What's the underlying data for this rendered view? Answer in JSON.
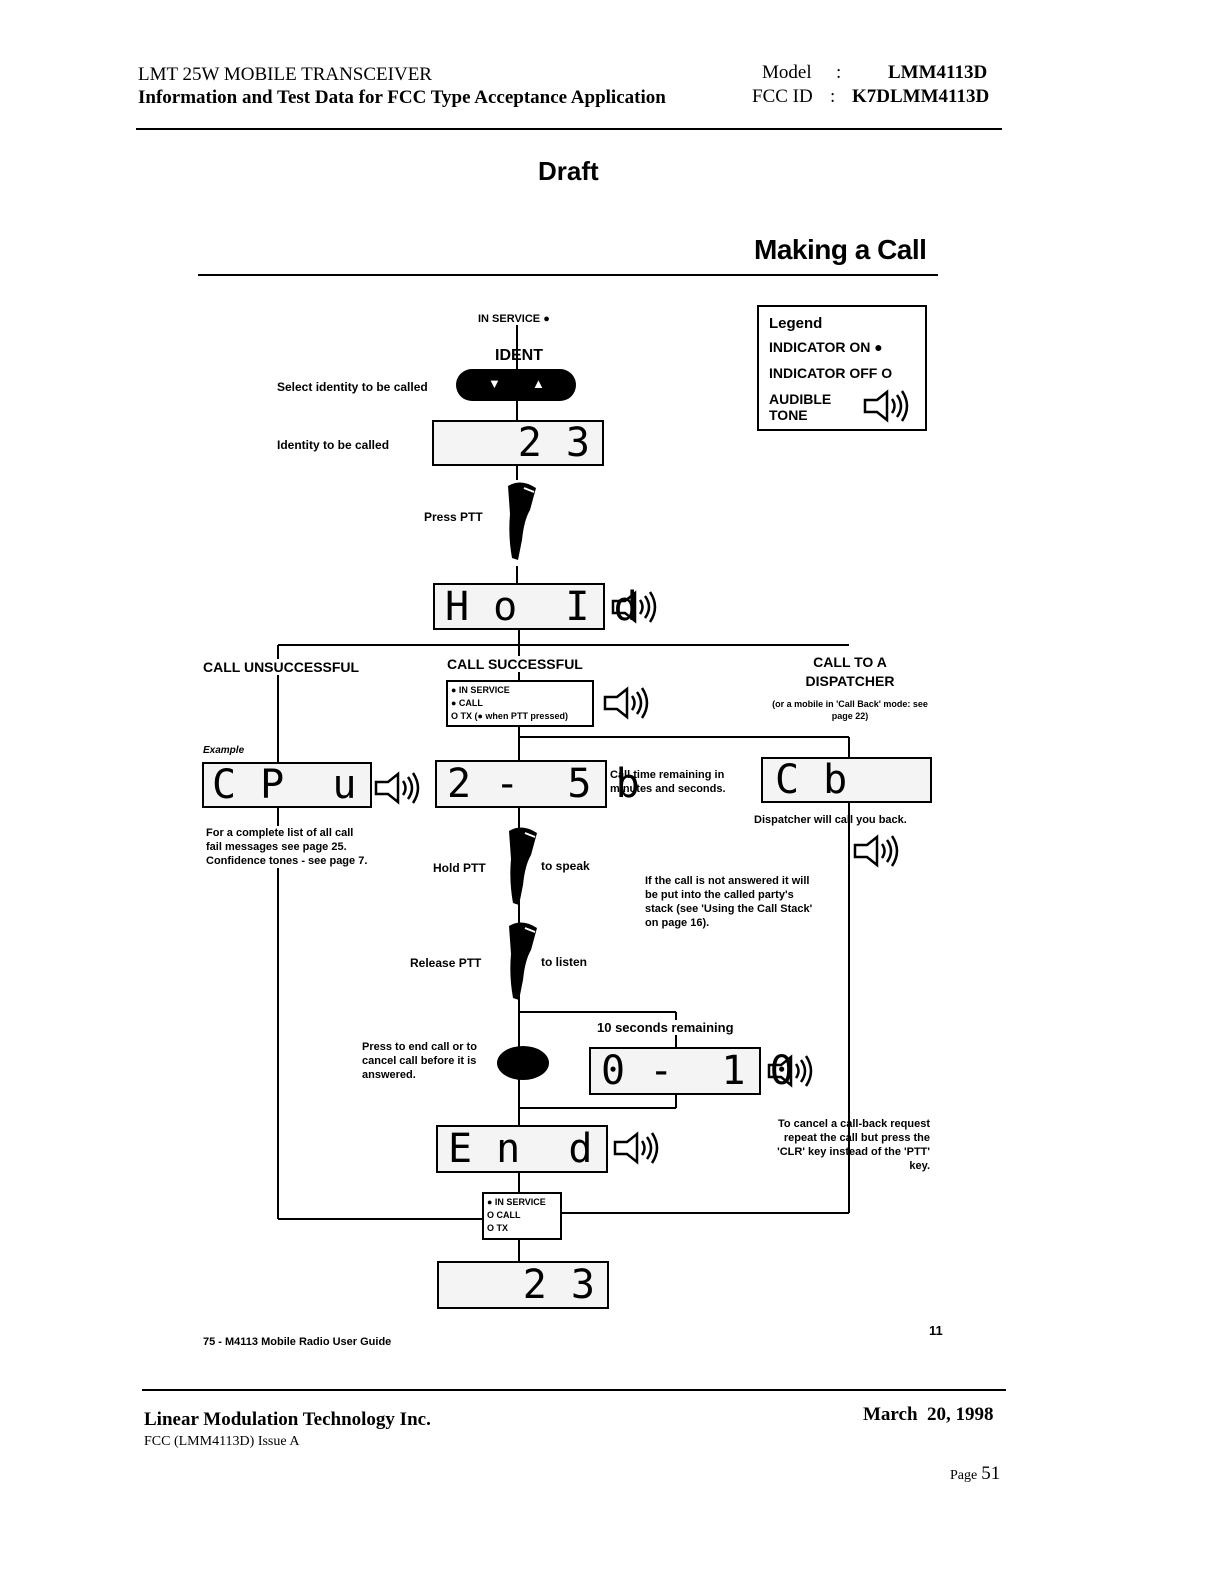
{
  "header": {
    "title_line1": "LMT 25W MOBILE TRANSCEIVER",
    "title_line2": "Information and Test Data for FCC Type Acceptance Application",
    "model_label": "Model",
    "model_sep": ":",
    "model_value": "LMM4113D",
    "fccid_label": "FCC ID",
    "fccid_sep": ":",
    "fccid_value": "K7DLMM4113D"
  },
  "draft": "Draft",
  "section_title": "Making a Call",
  "legend": {
    "title": "Legend",
    "on": "INDICATOR ON",
    "on_symbol": "●",
    "off": "INDICATOR OFF",
    "off_symbol": "O",
    "tone_line1": "AUDIBLE",
    "tone_line2": "TONE"
  },
  "flow": {
    "in_service": "IN SERVICE ●",
    "ident": "IDENT",
    "select_identity": "Select identity to be called",
    "identity_to_be_called": "Identity to be called",
    "lcd_23": "2 3",
    "press_ptt": "Press PTT",
    "lcd_hold": "H o  I d",
    "call_unsuccessful": "CALL UNSUCCESSFUL",
    "call_successful": "CALL SUCCESSFUL",
    "ind1_line1": "● IN SERVICE",
    "ind1_line2": "● CALL",
    "ind1_line3": "O TX (● when PTT pressed)",
    "call_to_a": "CALL TO A",
    "dispatcher": "DISPATCHER",
    "dispatcher_note": "(or a mobile in 'Call Back' mode: see page 22)",
    "example": "Example",
    "lcd_cpu": "C P  u",
    "lcd_timer": "2 -  5 b",
    "call_time_note": "Call time remaining in minutes and seconds.",
    "lcd_cb": "C b",
    "dispatcher_will_call": "Dispatcher will call you back.",
    "fail_note_1": "For a complete list of all call",
    "fail_note_2": "fail messages see page 25.",
    "fail_note_3": "Confidence tones - see page 7.",
    "hold_ptt": "Hold PTT",
    "to_speak": "to speak",
    "not_answered": "If the call is not answered it will be put into the called party's stack (see 'Using the Call Stack' on page 16).",
    "release_ptt": "Release PTT",
    "to_listen": "to listen",
    "ten_seconds": "10 seconds remaining",
    "press_end": "Press to end call or to cancel call before it is answered.",
    "lcd_010": "0 -  1 0",
    "cancel_callback": "To cancel a call-back request repeat the call but press the 'CLR' key instead of the 'PTT' key.",
    "lcd_end": "E n  d",
    "ind2_line1": "● IN SERVICE",
    "ind2_line2": "O CALL",
    "ind2_line3": "O TX",
    "guide_footer": "75 - M4113 Mobile Radio User Guide",
    "guide_page": "11"
  },
  "footer": {
    "company": "Linear Modulation Technology Inc.",
    "issue": "FCC (LMM4113D) Issue A",
    "date": "March  20, 1998",
    "page_label": "Page",
    "page_number": "51"
  }
}
